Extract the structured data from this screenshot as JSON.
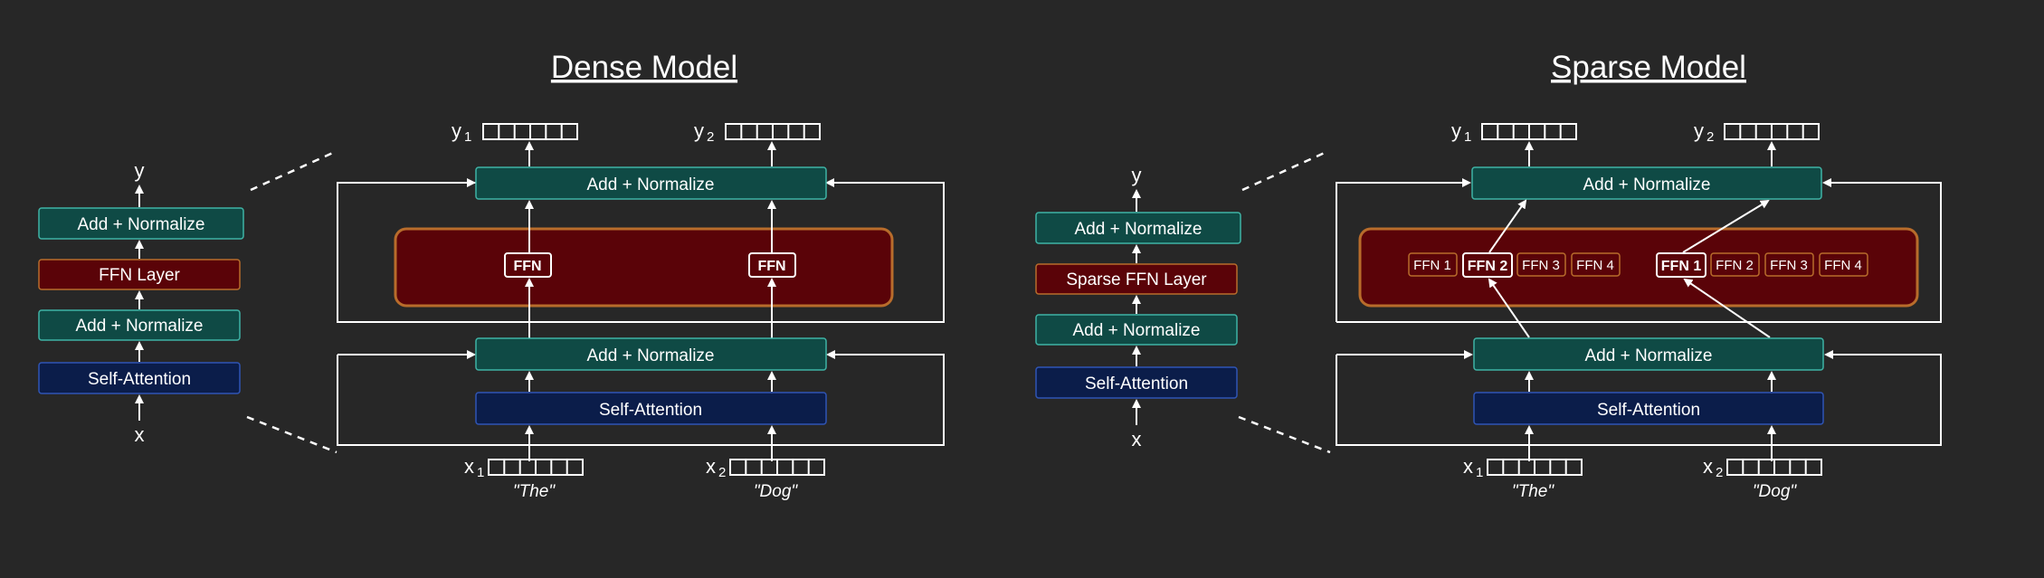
{
  "titles": {
    "dense": "Dense Model",
    "sparse": "Sparse Model"
  },
  "dense_small": {
    "y": "y",
    "add_norm_top": "Add + Normalize",
    "ffn_layer": "FFN Layer",
    "add_norm_bottom": "Add + Normalize",
    "self_attention": "Self-Attention",
    "x": "x"
  },
  "dense_detail": {
    "y1": "y",
    "y1_sub": "1",
    "y2": "y",
    "y2_sub": "2",
    "add_norm_top": "Add + Normalize",
    "ffn_left": "FFN",
    "ffn_right": "FFN",
    "add_norm_bottom": "Add + Normalize",
    "self_attention": "Self-Attention",
    "x1": "x",
    "x1_sub": "1",
    "x2": "x",
    "x2_sub": "2",
    "word1": "\"The\"",
    "word2": "\"Dog\""
  },
  "sparse_small": {
    "y": "y",
    "add_norm_top": "Add + Normalize",
    "ffn_layer": "Sparse FFN Layer",
    "add_norm_bottom": "Add + Normalize",
    "self_attention": "Self-Attention",
    "x": "x"
  },
  "sparse_detail": {
    "y1": "y",
    "y1_sub": "1",
    "y2": "y",
    "y2_sub": "2",
    "add_norm_top": "Add + Normalize",
    "experts_left": [
      "FFN 1",
      "FFN 2",
      "FFN 3",
      "FFN 4"
    ],
    "experts_right": [
      "FFN 1",
      "FFN 2",
      "FFN 3",
      "FFN 4"
    ],
    "add_norm_bottom": "Add + Normalize",
    "self_attention": "Self-Attention",
    "x1": "x",
    "x1_sub": "1",
    "x2": "x",
    "x2_sub": "2",
    "word1": "\"The\"",
    "word2": "\"Dog\""
  },
  "colors": {
    "background": "#272727",
    "norm_fill": "#0f4a45",
    "norm_stroke": "#3fb3a5",
    "attn_fill": "#0b1d4a",
    "attn_stroke": "#2f55b5",
    "ffn_fill": "#5a0308",
    "ffn_stroke": "#b86c2b"
  }
}
